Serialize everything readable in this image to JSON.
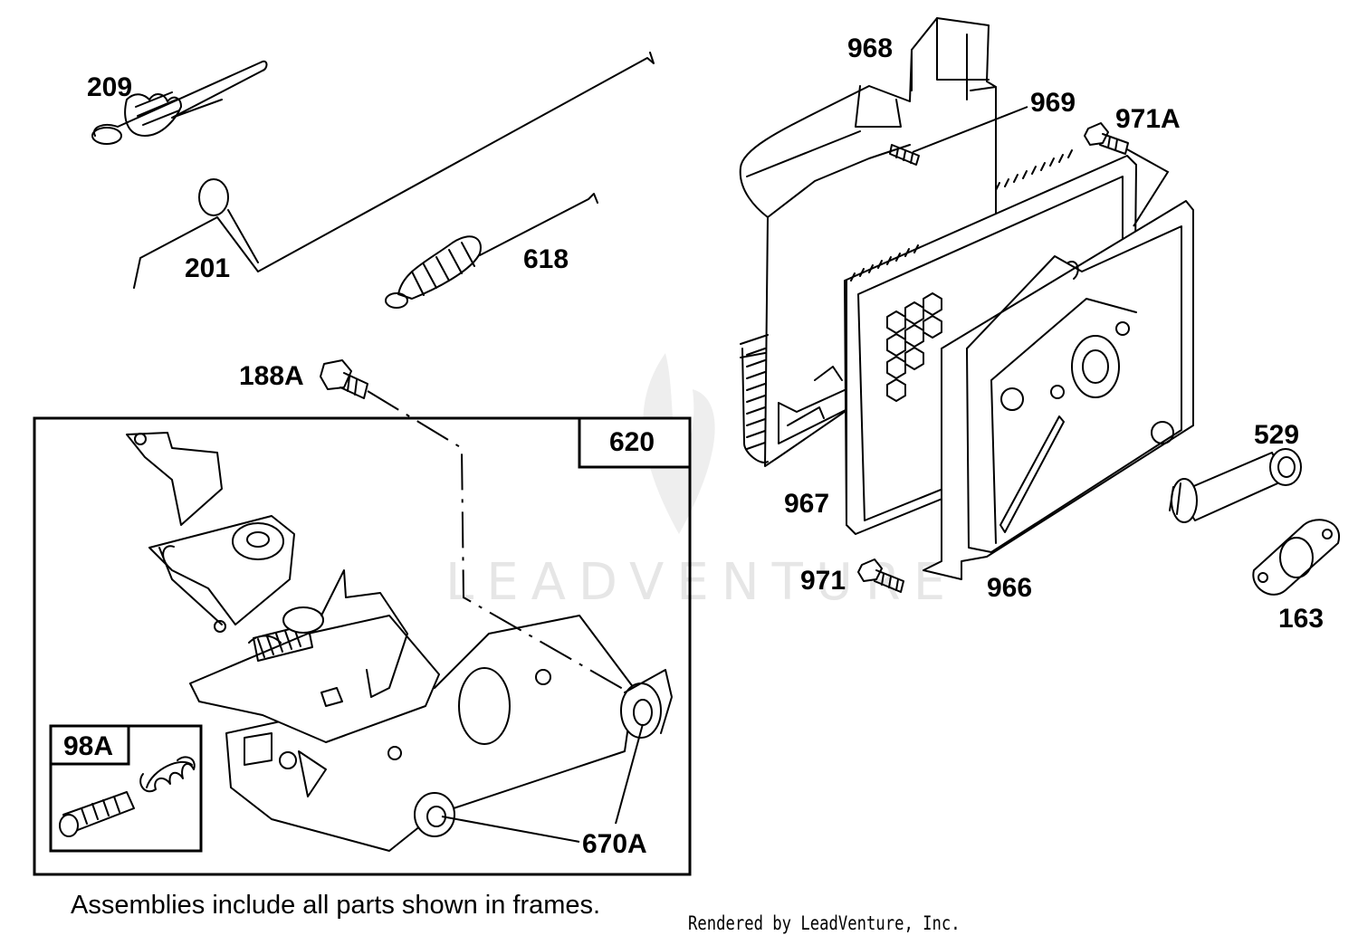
{
  "parts": {
    "p209": "209",
    "p201": "201",
    "p618": "618",
    "p188A": "188A",
    "p968": "968",
    "p969": "969",
    "p971A": "971A",
    "p529": "529",
    "p967": "967",
    "p971": "971",
    "p966": "966",
    "p163": "163",
    "p670A": "670A"
  },
  "frames": {
    "f620": "620",
    "f98A": "98A"
  },
  "watermark": "LEADVENTURE",
  "caption": "Assemblies include all parts shown in frames.",
  "credit": "Rendered by LeadVenture, Inc."
}
